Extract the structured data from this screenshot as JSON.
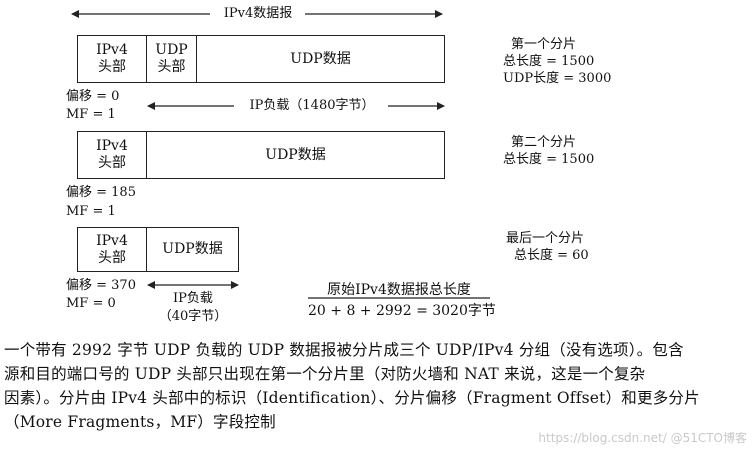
{
  "diagram": {
    "top_label": "IPv4数据报",
    "fragment1": {
      "header_line1": "IPv4",
      "header_line2": "头部",
      "udp_line1": "UDP",
      "udp_line2": "头部",
      "data_label": "UDP数据",
      "offset": "偏移 = 0",
      "mf": "MF = 1",
      "payload_label": "IP负载（1480字节）",
      "info": [
        "第一个分片",
        "总长度 = 1500",
        "UDP长度 = 3000"
      ]
    },
    "fragment2": {
      "header_line1": "IPv4",
      "header_line2": "头部",
      "data_label": "UDP数据",
      "offset": "偏移 = 185",
      "mf": "MF = 1",
      "info": [
        "第二个分片",
        "总长度 = 1500"
      ]
    },
    "fragment3": {
      "header_line1": "IPv4",
      "header_line2": "头部",
      "data_label": "UDP数据",
      "offset": "偏移 = 370",
      "mf": "MF = 0",
      "payload_line1": "IP负载",
      "payload_line2": "（40字节）",
      "info": [
        "最后一个分片",
        "总长度 = 60"
      ]
    },
    "total_title": "原始IPv4数据报总长度",
    "total_formula": "20 + 8 + 2992 = 3020字节"
  },
  "caption": {
    "line1": "一个带有 2992 字节 UDP 负载的 UDP 数据报被分片成三个 UDP/IPv4 分组（没有选项）。包含",
    "line2": "源和目的端口号的 UDP 头部只出现在第一个分片里（对防火墙和 NAT 来说，这是一个复杂",
    "line3": "因素）。分片由 IPv4 头部中的标识（Identification）、分片偏移（Fragment Offset）和更多分片",
    "line4": "（More Fragments，MF）字段控制"
  },
  "watermark": "https://blog.csdn.net/  @51CTO博客"
}
